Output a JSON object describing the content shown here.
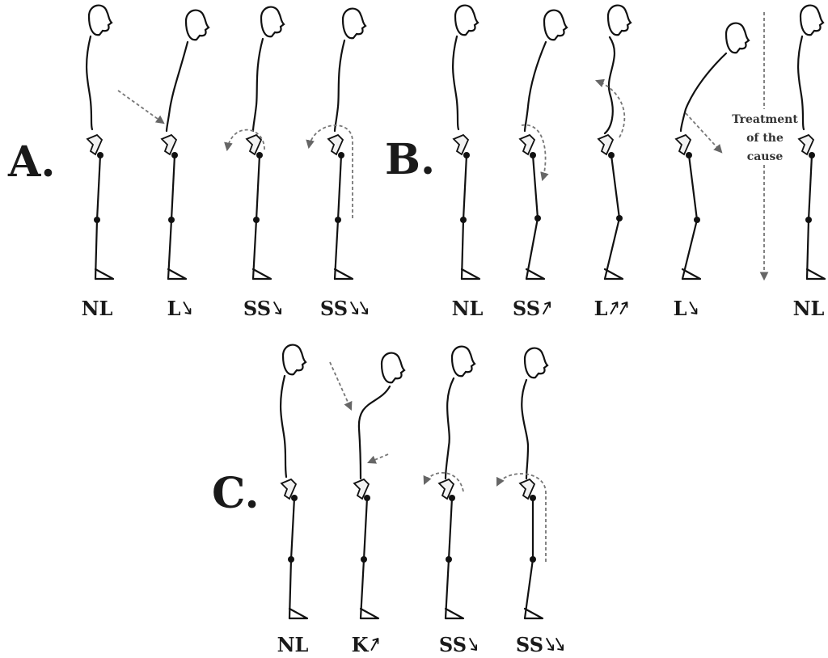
{
  "panels": [
    {
      "letter": "A.",
      "figures": [
        {
          "label_text": "NL"
        },
        {
          "label_text": "L",
          "arrows": [
            "down"
          ]
        },
        {
          "label_text": "SS",
          "arrows": [
            "down"
          ]
        },
        {
          "label_text": "SS",
          "arrows": [
            "down",
            "down"
          ]
        }
      ]
    },
    {
      "letter": "B.",
      "figures": [
        {
          "label_text": "NL"
        },
        {
          "label_text": "SS",
          "arrows": [
            "up"
          ]
        },
        {
          "label_text": "L",
          "arrows": [
            "up",
            "up"
          ]
        },
        {
          "label_text": "L",
          "arrows": [
            "down"
          ]
        },
        {
          "label_text": "NL"
        }
      ],
      "annotation_lines": [
        "Treatment",
        "of the",
        "cause"
      ]
    },
    {
      "letter": "C.",
      "figures": [
        {
          "label_text": "NL"
        },
        {
          "label_text": "K",
          "arrows": [
            "up"
          ]
        },
        {
          "label_text": "SS",
          "arrows": [
            "down"
          ]
        },
        {
          "label_text": "SS",
          "arrows": [
            "down",
            "down"
          ]
        }
      ]
    }
  ],
  "colors": {
    "ink": "#111111",
    "arrow": "#777777"
  }
}
